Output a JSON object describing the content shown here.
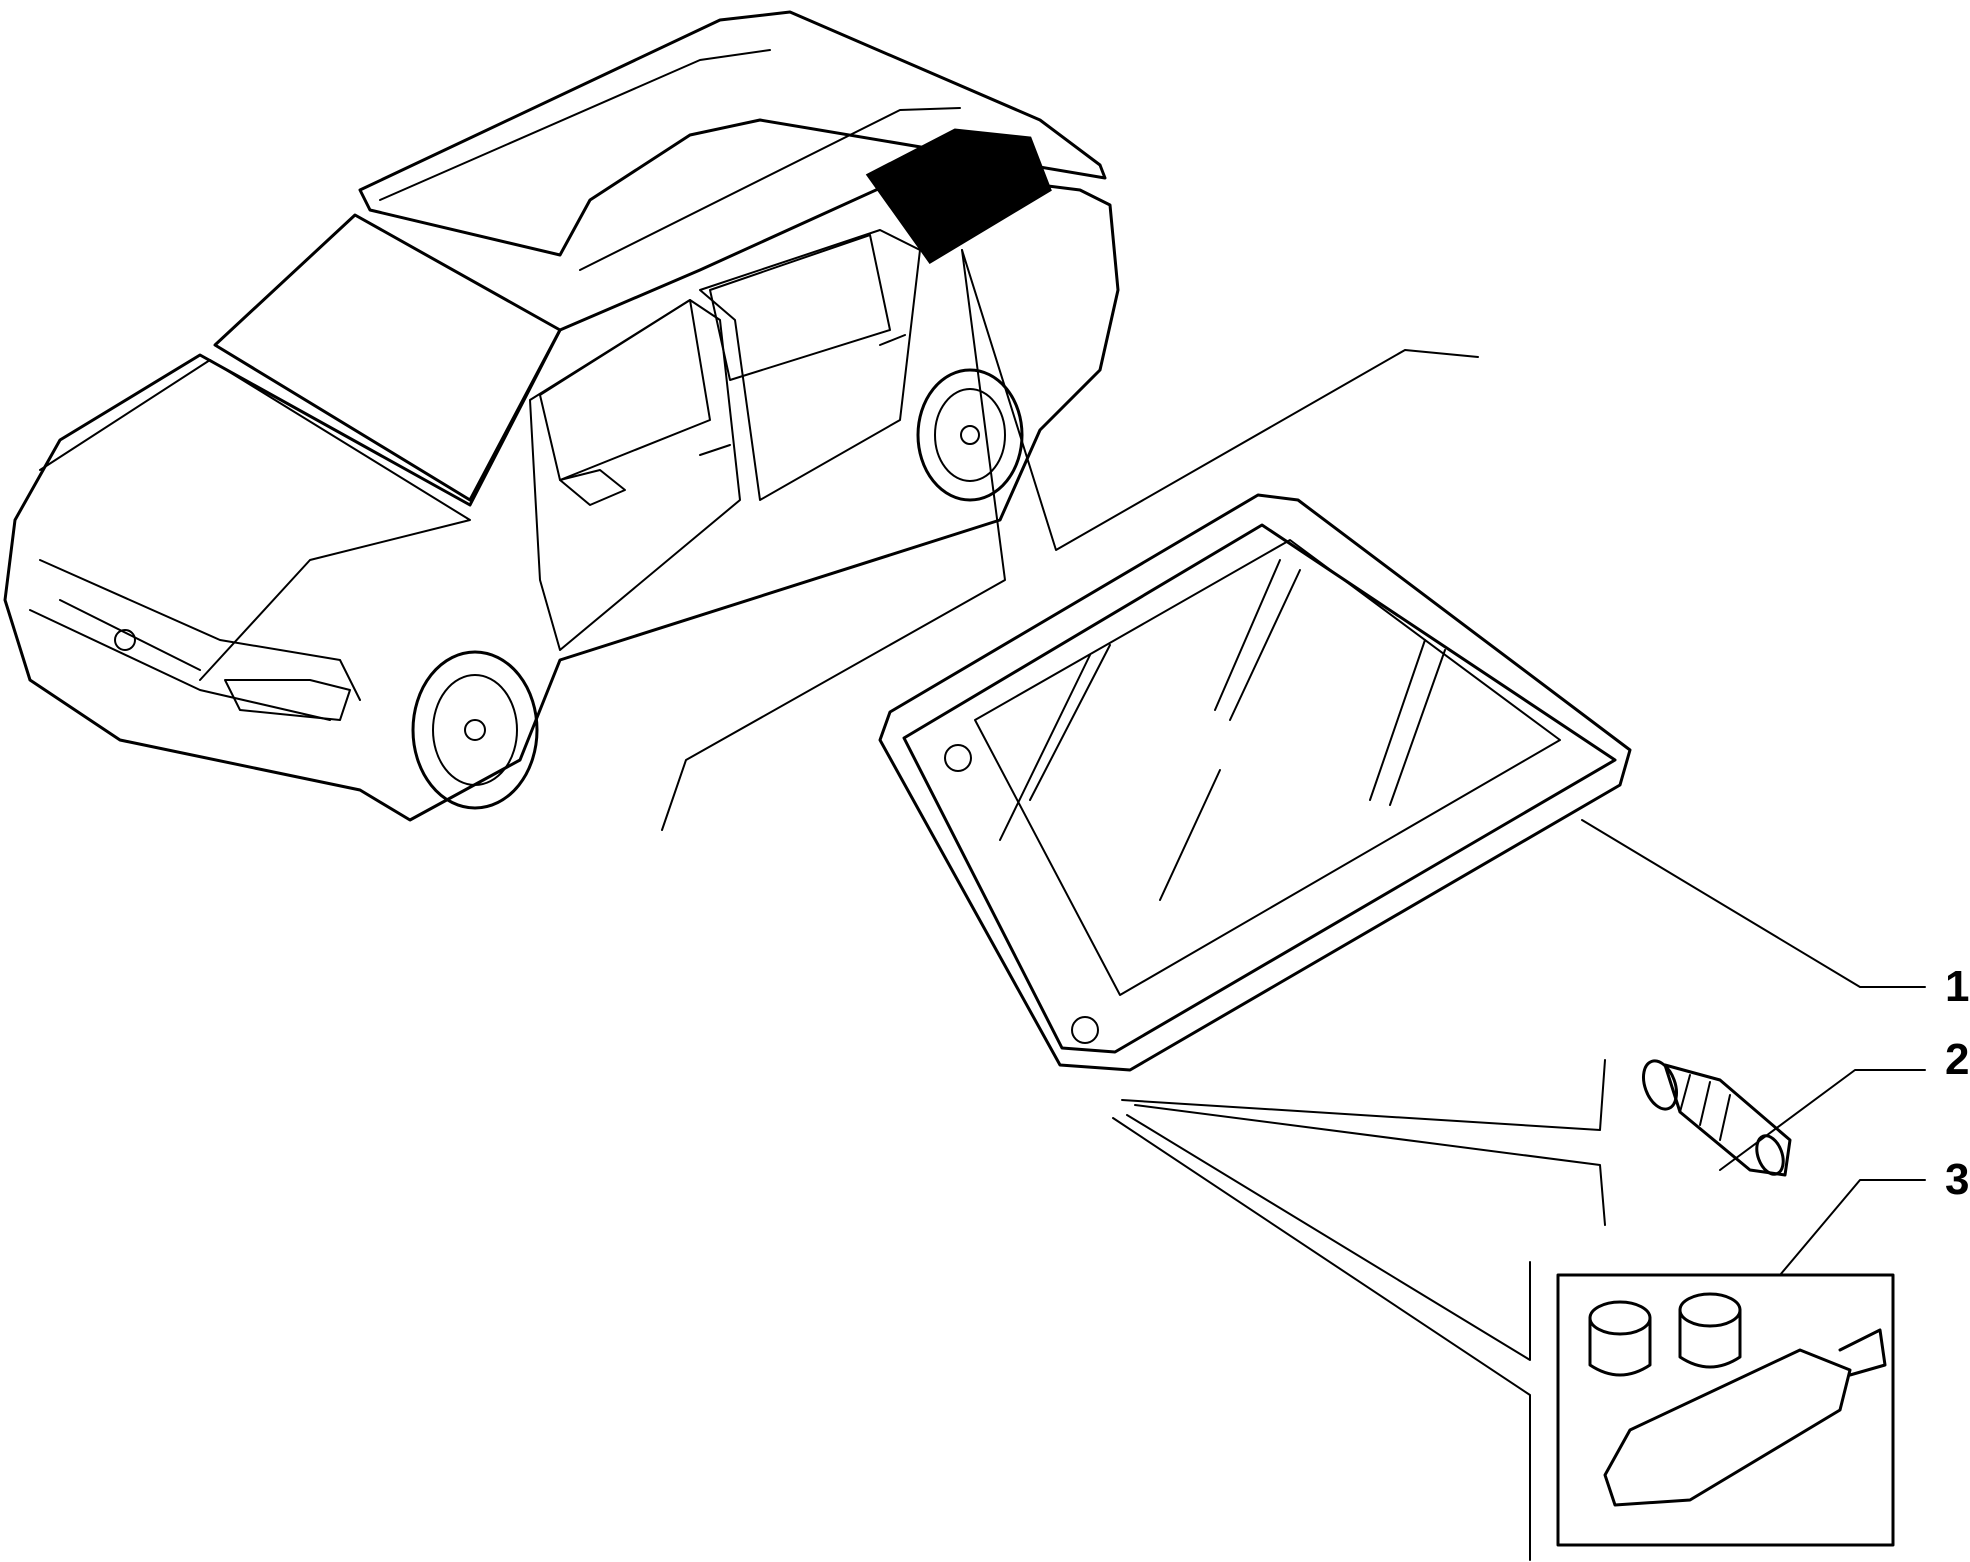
{
  "diagram": {
    "callouts": [
      {
        "number": "1",
        "part": "rear-quarter-glass"
      },
      {
        "number": "2",
        "part": "fixing-clip"
      },
      {
        "number": "3",
        "part": "adhesive-kit"
      }
    ],
    "highlight_color": "#000000",
    "line_color": "#000000",
    "background": "#ffffff"
  }
}
